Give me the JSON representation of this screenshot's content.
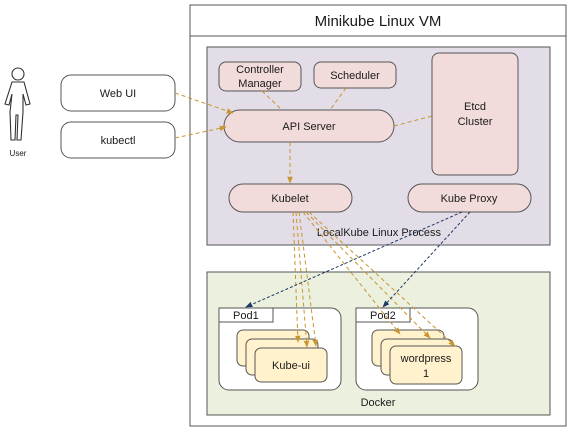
{
  "vm": {
    "title": "Minikube Linux VM"
  },
  "user": {
    "label": "User"
  },
  "clients": {
    "web_ui": "Web UI",
    "kubectl": "kubectl"
  },
  "localkube": {
    "label": "LocalKube Linux Process",
    "controller_manager": [
      "Controller",
      "Manager"
    ],
    "scheduler": "Scheduler",
    "api_server": "API Server",
    "etcd": [
      "Etcd",
      "Cluster"
    ],
    "kubelet": "Kubelet",
    "kube_proxy": "Kube Proxy"
  },
  "docker": {
    "label": "Docker",
    "pod1": {
      "label": "Pod1",
      "container": "Kube-ui"
    },
    "pod2": {
      "label": "Pod2",
      "container": [
        "wordpress",
        "1"
      ]
    }
  },
  "colors": {
    "localkube_fill": "#e3dde8",
    "component_fill": "#f2dcdb",
    "docker_fill": "#ebf1de",
    "container_fill": "#fff2cc",
    "api_arrow": "#c9952e",
    "proxy_arrow": "#1f3864"
  }
}
